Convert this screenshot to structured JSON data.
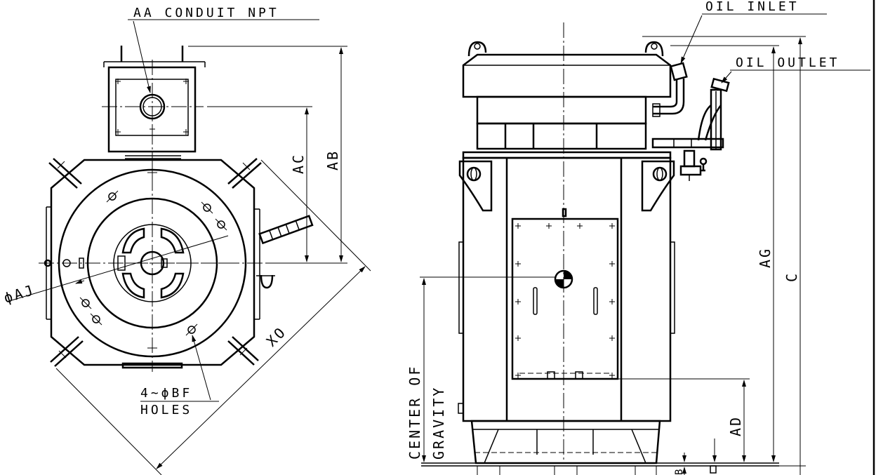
{
  "labels": {
    "aa_conduit": "AA CONDUIT NPT",
    "oil_inlet": "OIL INLET",
    "oil_outlet": "OIL OUTLET",
    "holes_count": "4~ϕBF",
    "holes": "HOLES",
    "center_of": "CENTER OF",
    "gravity": "GRAVITY"
  },
  "dimensions": {
    "ac": "AC",
    "ab": "AB",
    "aj": "ϕAJ",
    "xo": "XO",
    "ag": "AG",
    "c": "C",
    "ad": "AD",
    "bb": "B"
  },
  "colors": {
    "line": "#000000",
    "background": "#ffffff"
  }
}
